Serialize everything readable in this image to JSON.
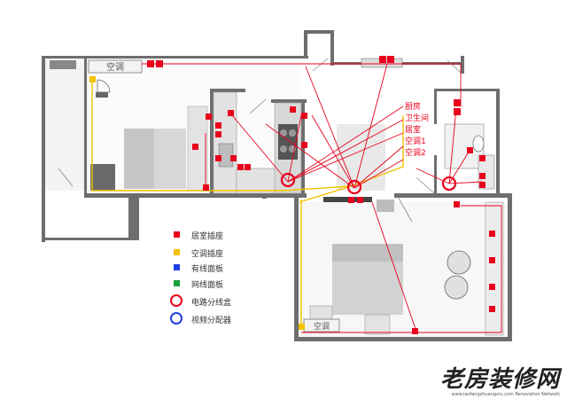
{
  "rooms": {
    "ac_label_top": "空调",
    "ac_label_bottom": "空调"
  },
  "circuit_labels": [
    "厨房",
    "卫生间",
    "居室",
    "空调1",
    "空调2"
  ],
  "legend": [
    {
      "label": "居室插座",
      "symbol": "square",
      "color": "#e8001c"
    },
    {
      "label": "空调插座",
      "symbol": "square",
      "color": "#f2c200"
    },
    {
      "label": "有线面板",
      "symbol": "square",
      "color": "#1f3fe0"
    },
    {
      "label": "网线面板",
      "symbol": "square",
      "color": "#18a040"
    },
    {
      "label": "电路分线盒",
      "symbol": "ring",
      "color": "#e8001c"
    },
    {
      "label": "视频分配器",
      "symbol": "ring",
      "color": "#1f3fe0"
    }
  ],
  "watermark": {
    "text": "老房装修网",
    "subtitle": "www.laofangzhuangxiu.com  Renovation Network"
  },
  "colors": {
    "wall": "#6e6e6e",
    "red_line": "#e8001c",
    "yellow_line": "#f2c200",
    "furniture": "#cfcfcf"
  }
}
